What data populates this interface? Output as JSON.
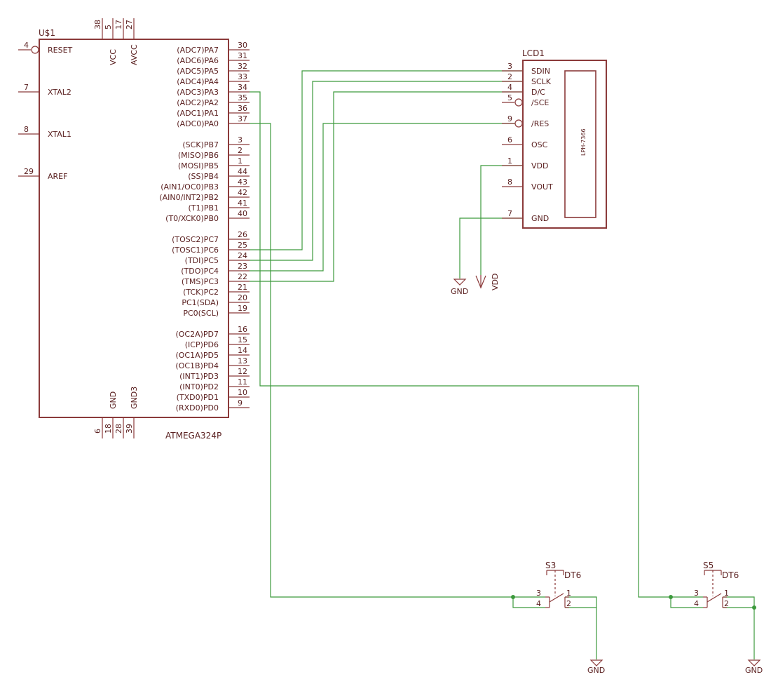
{
  "mcu": {
    "ref": "U$1",
    "part": "ATMEGA324P",
    "left_pins": [
      {
        "num": "4",
        "name": "RESET",
        "inverted": true
      },
      {
        "num": "7",
        "name": "XTAL2",
        "inverted": false
      },
      {
        "num": "8",
        "name": "XTAL1",
        "inverted": false
      },
      {
        "num": "29",
        "name": "AREF",
        "inverted": false
      }
    ],
    "top_pins": [
      {
        "num": "38",
        "name": ""
      },
      {
        "num": "5",
        "name": "VCC"
      },
      {
        "num": "17",
        "name": ""
      },
      {
        "num": "27",
        "name": "AVCC"
      }
    ],
    "bottom_pins": [
      {
        "num": "6",
        "name": ""
      },
      {
        "num": "18",
        "name": "GND"
      },
      {
        "num": "28",
        "name": ""
      },
      {
        "num": "39",
        "name": "GND3"
      }
    ],
    "right_groups": [
      [
        {
          "num": "30",
          "name": "(ADC7)PA7"
        },
        {
          "num": "31",
          "name": "(ADC6)PA6"
        },
        {
          "num": "32",
          "name": "(ADC5)PA5"
        },
        {
          "num": "33",
          "name": "(ADC4)PA4"
        },
        {
          "num": "34",
          "name": "(ADC3)PA3"
        },
        {
          "num": "35",
          "name": "(ADC2)PA2"
        },
        {
          "num": "36",
          "name": "(ADC1)PA1"
        },
        {
          "num": "37",
          "name": "(ADC0)PA0"
        }
      ],
      [
        {
          "num": "3",
          "name": "(SCK)PB7"
        },
        {
          "num": "2",
          "name": "(MISO)PB6"
        },
        {
          "num": "1",
          "name": "(MOSI)PB5"
        },
        {
          "num": "44",
          "name": "(SS)PB4"
        },
        {
          "num": "43",
          "name": "(AIN1/OC0)PB3"
        },
        {
          "num": "42",
          "name": "(AIN0/INT2)PB2"
        },
        {
          "num": "41",
          "name": "(T1)PB1"
        },
        {
          "num": "40",
          "name": "(T0/XCK0)PB0"
        }
      ],
      [
        {
          "num": "26",
          "name": "(TOSC2)PC7"
        },
        {
          "num": "25",
          "name": "(TOSC1)PC6"
        },
        {
          "num": "24",
          "name": "(TDI)PC5"
        },
        {
          "num": "23",
          "name": "(TDO)PC4"
        },
        {
          "num": "22",
          "name": "(TMS)PC3"
        },
        {
          "num": "21",
          "name": "(TCK)PC2"
        },
        {
          "num": "20",
          "name": "PC1(SDA)"
        },
        {
          "num": "19",
          "name": "PC0(SCL)"
        }
      ],
      [
        {
          "num": "16",
          "name": "(OC2A)PD7"
        },
        {
          "num": "15",
          "name": "(ICP)PD6"
        },
        {
          "num": "14",
          "name": "(OC1A)PD5"
        },
        {
          "num": "13",
          "name": "(OC1B)PD4"
        },
        {
          "num": "12",
          "name": "(INT1)PD3"
        },
        {
          "num": "11",
          "name": "(INT0)PD2"
        },
        {
          "num": "10",
          "name": "(TXD0)PD1"
        },
        {
          "num": "9",
          "name": "(RXD0)PD0"
        }
      ]
    ]
  },
  "lcd": {
    "ref": "LCD1",
    "part": "LPH-7366",
    "pins": [
      {
        "num": "3",
        "name": "SDIN",
        "inverted": false
      },
      {
        "num": "2",
        "name": "SCLK",
        "inverted": false
      },
      {
        "num": "4",
        "name": "D/C",
        "inverted": false
      },
      {
        "num": "5",
        "name": "/SCE",
        "inverted": true
      },
      {
        "num": "9",
        "name": "/RES",
        "inverted": true
      },
      {
        "num": "6",
        "name": "OSC",
        "inverted": false
      },
      {
        "num": "1",
        "name": "VDD",
        "inverted": false
      },
      {
        "num": "8",
        "name": "VOUT",
        "inverted": false
      },
      {
        "num": "7",
        "name": "GND",
        "inverted": false
      }
    ]
  },
  "supplies": {
    "gnd": "GND",
    "vdd": "VDD"
  },
  "switches": [
    {
      "ref": "S3",
      "part": "DT6",
      "pins": [
        "3",
        "4",
        "1",
        "2"
      ]
    },
    {
      "ref": "S5",
      "part": "DT6",
      "pins": [
        "3",
        "4",
        "1",
        "2"
      ]
    }
  ],
  "colors": {
    "component": "#8b3a3a",
    "text": "#5a2020",
    "net": "#3c9a3c",
    "background": "#ffffff"
  }
}
